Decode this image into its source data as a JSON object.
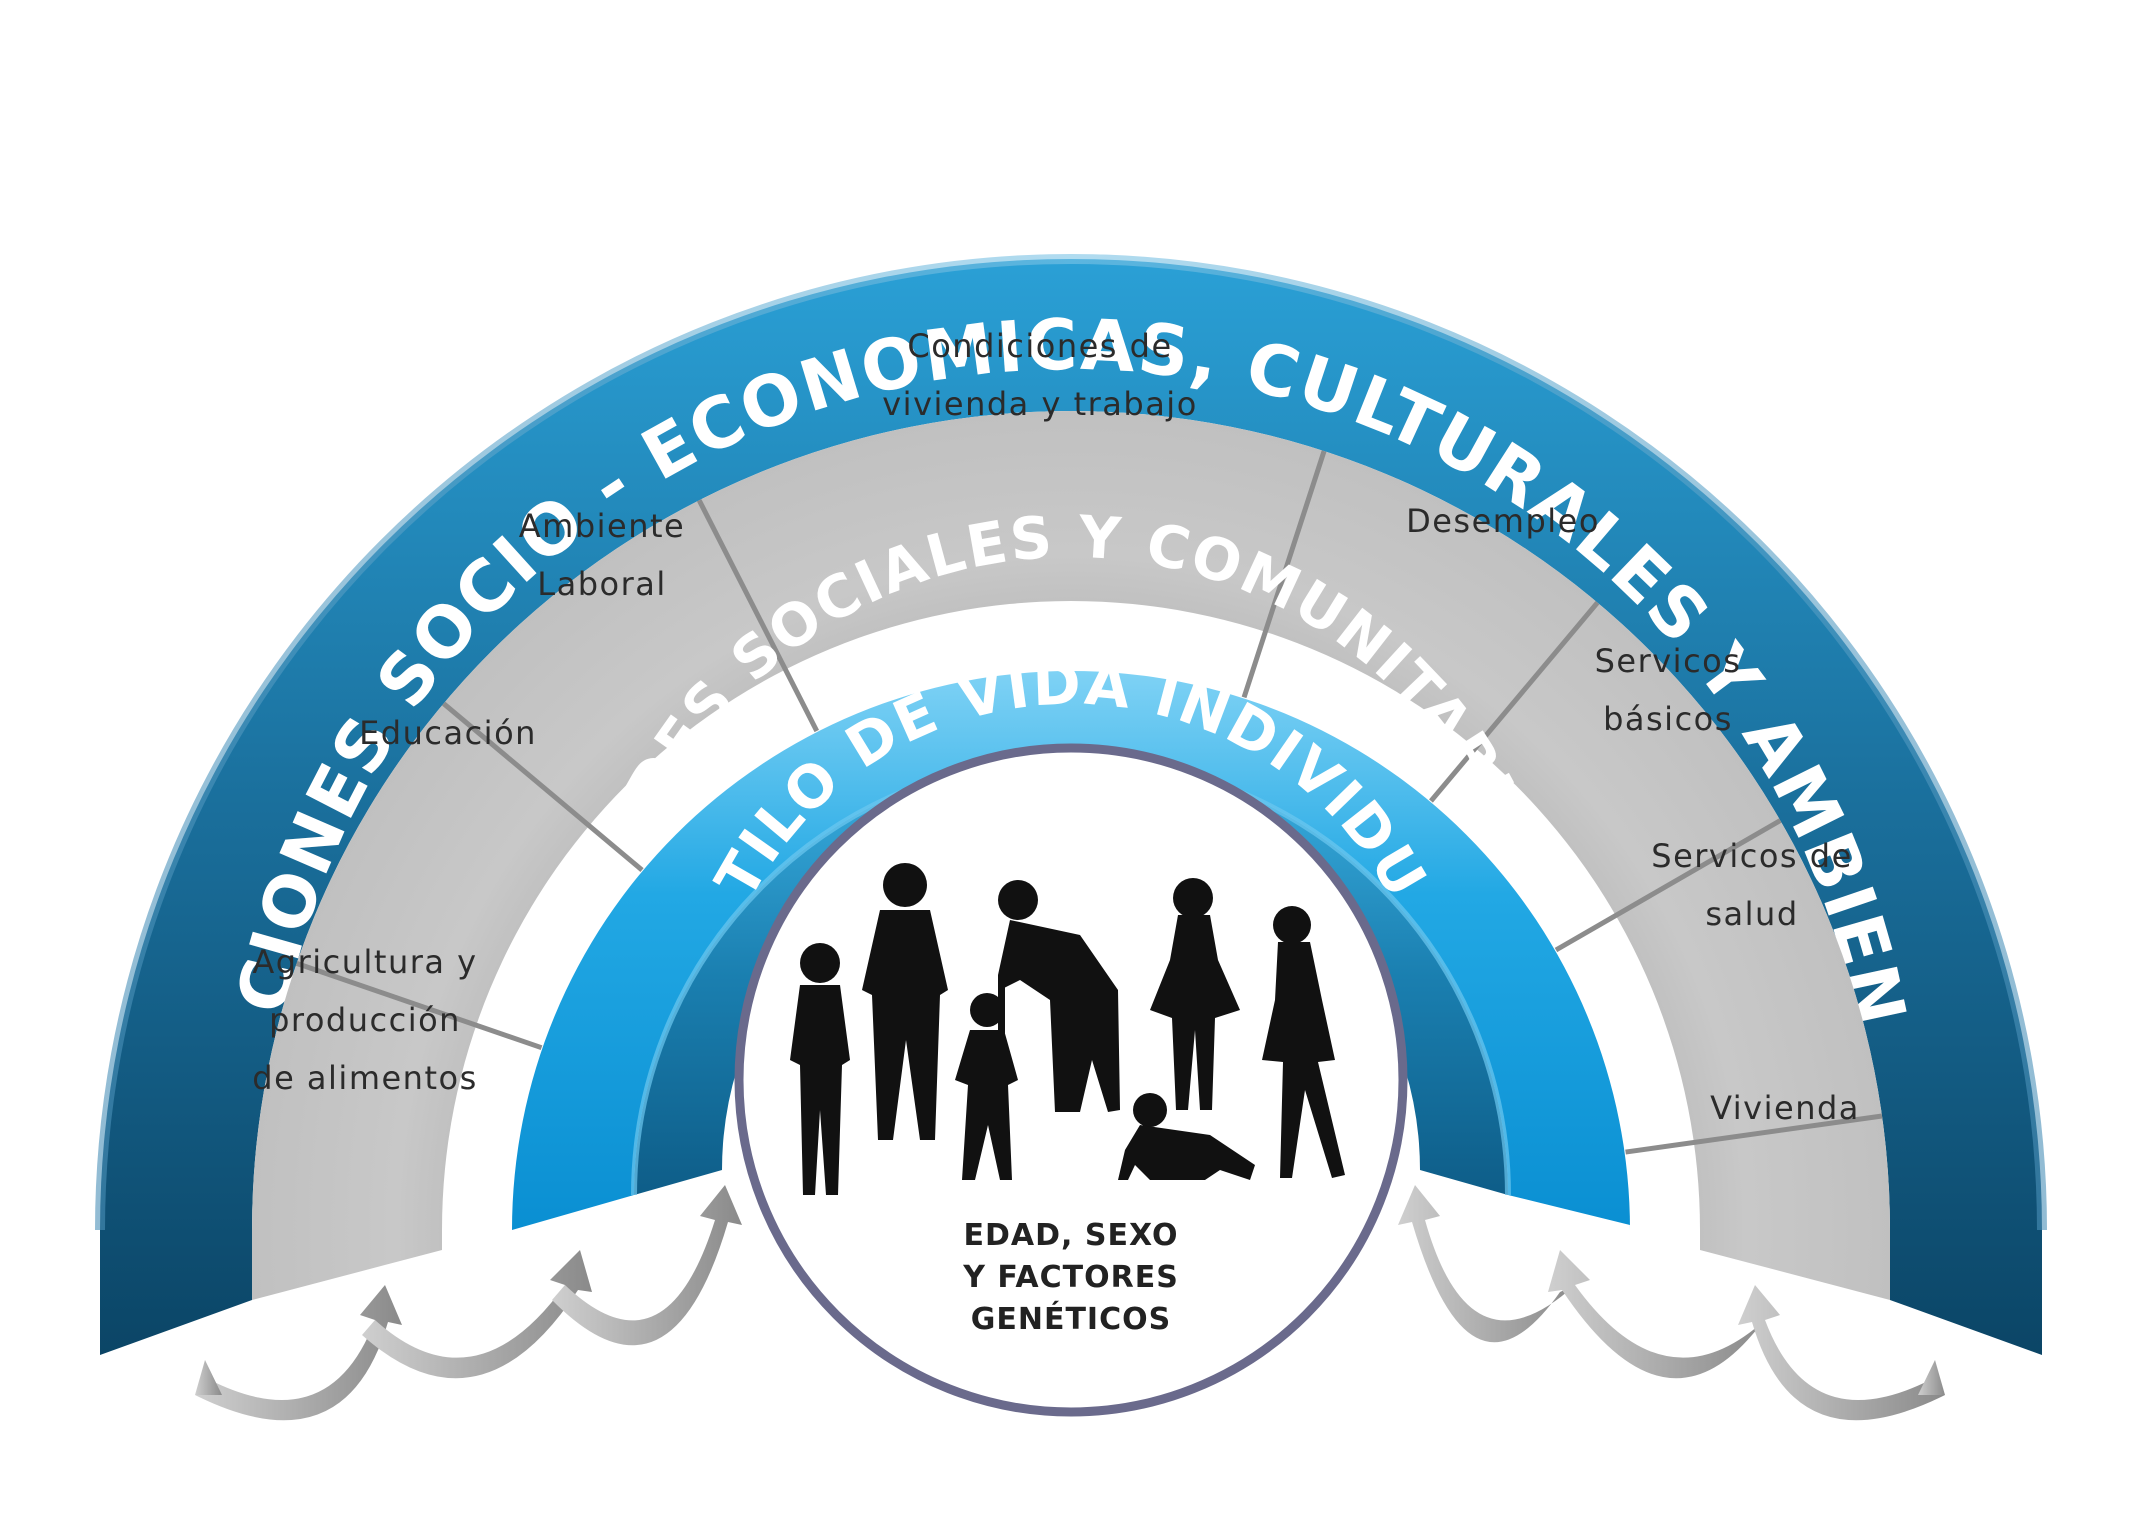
{
  "outer_band": {
    "title": "CONDICIONES SOCIO - ECONOMICAS, CULTURALES Y AMBIENTALES",
    "color": "#1a6f9c"
  },
  "segments": [
    {
      "lines": [
        "Agricultura y",
        "producción",
        "de alimentos"
      ]
    },
    {
      "lines": [
        "Educación"
      ]
    },
    {
      "lines": [
        "Ambiente",
        "Laboral"
      ]
    },
    {
      "lines": [
        "Condiciones de",
        "vivienda y trabajo"
      ]
    },
    {
      "lines": [
        "Desempleo"
      ]
    },
    {
      "lines": [
        "Servicos",
        "básicos"
      ]
    },
    {
      "lines": [
        "Servicos de",
        "salud"
      ]
    },
    {
      "lines": [
        "Vivienda"
      ]
    }
  ],
  "middle_band": {
    "title": "REDES SOCIALES Y COMUNITARIAS",
    "color": "#1aa3e0"
  },
  "inner_band": {
    "title": "ESTILO DE VIDA INDIVIDUAL",
    "color": "#1a7fb0"
  },
  "core": {
    "lines": [
      "EDAD, SEXO",
      "Y FACTORES",
      "GENÉTICOS"
    ],
    "icon": "people-silhouettes-icon"
  },
  "arrows": {
    "left_icon": "curved-arrows-left-icon",
    "right_icon": "curved-arrows-right-icon",
    "color": "#9a9a9a"
  }
}
